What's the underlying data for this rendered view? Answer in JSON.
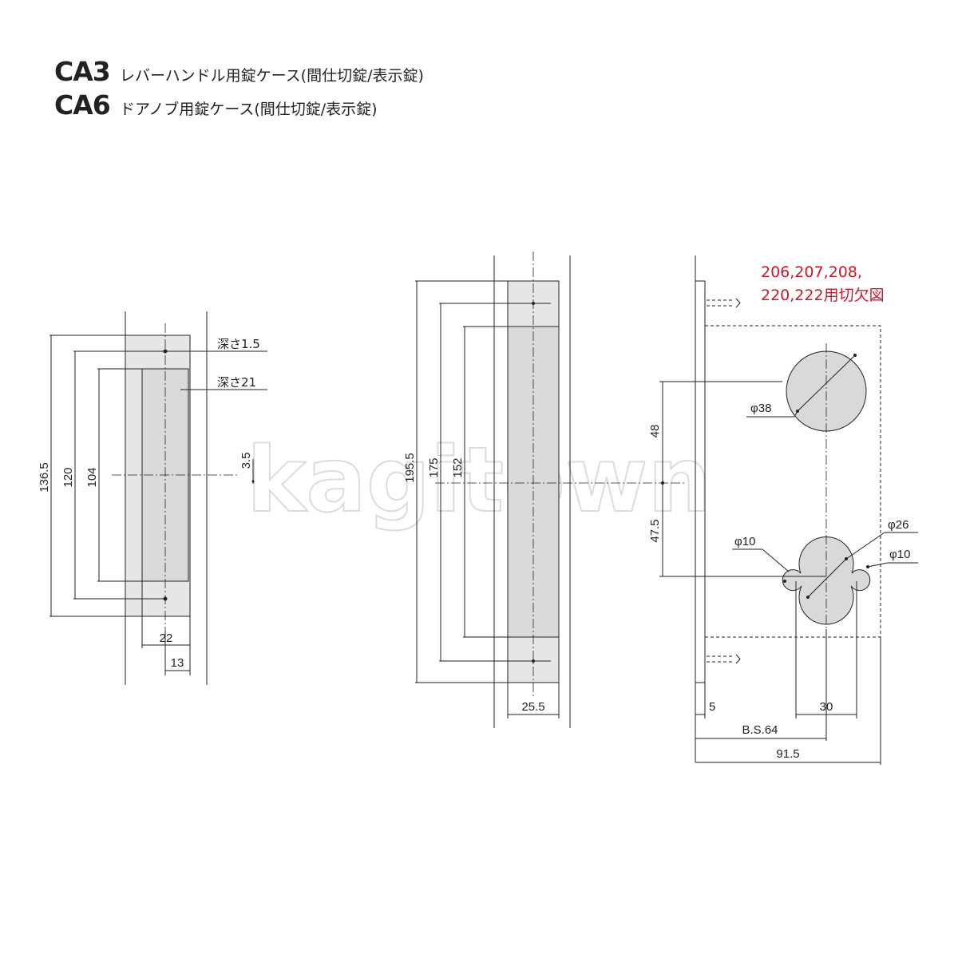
{
  "header": {
    "line1": {
      "code": "CA3",
      "description": "レバーハンドル用錠ケース(間仕切錠/表示錠)"
    },
    "line2": {
      "code": "CA6",
      "description": "ドアノブ用錠ケース(間仕切錠/表示錠)"
    }
  },
  "watermark": "kagitown",
  "front_view": {
    "depth_shallow": "深さ1.5",
    "depth_deep": "深さ21",
    "dims": {
      "overall": "136.5",
      "screw_pitch": "120",
      "pocket": "104",
      "offset": "3.5",
      "width": "22",
      "inner": "13"
    }
  },
  "side_view": {
    "dims": {
      "overall": "195.5",
      "mid": "175",
      "inner": "152",
      "thickness": "25.5"
    }
  },
  "cutout_view": {
    "title_line1": "206,207,208,",
    "title_line2": "220,222用切欠図",
    "title_color": "#c8192b",
    "dims": {
      "upper_hole": "φ38",
      "lower_hole": "φ26",
      "small_hole_left": "φ10",
      "small_hole_right": "φ10",
      "upper_spacing": "48",
      "lower_spacing": "47.5",
      "edge": "5",
      "hole_pitch": "30",
      "backset": "B.S.64",
      "total": "91.5"
    }
  },
  "colors": {
    "fill": "#e6e6e6",
    "line": "#222222"
  }
}
